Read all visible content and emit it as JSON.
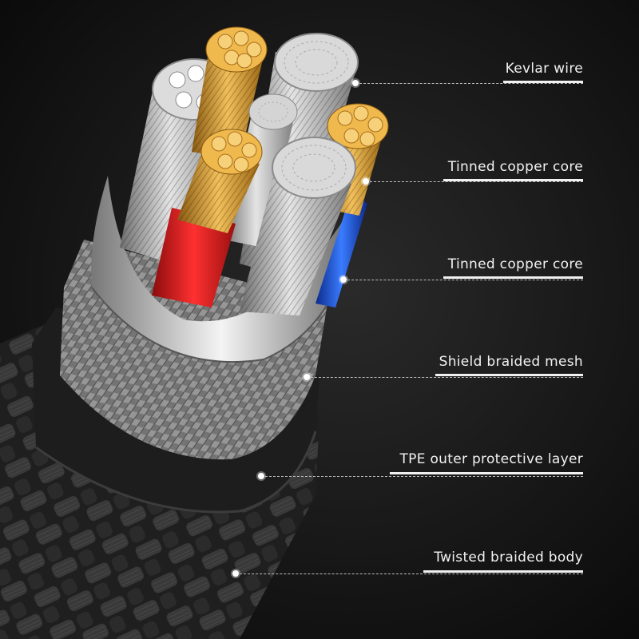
{
  "callouts": [
    {
      "text": "Kevlar wire"
    },
    {
      "text": "Tinned copper core"
    },
    {
      "text": "Tinned copper core"
    },
    {
      "text": "Shield braided mesh"
    },
    {
      "text": "TPE outer protective layer"
    },
    {
      "text": "Twisted braided body"
    }
  ],
  "colors": {
    "background": "#111111",
    "label": "#f2f2f2",
    "copper": "#e0a53a",
    "silver": "#c9c9c9",
    "red_insulation": "#d81f1f",
    "blue_insulation": "#1e5bd8",
    "shield": "#a9a9a9",
    "tpe": "#1c1c1c",
    "braid": "#3a3a3a"
  }
}
